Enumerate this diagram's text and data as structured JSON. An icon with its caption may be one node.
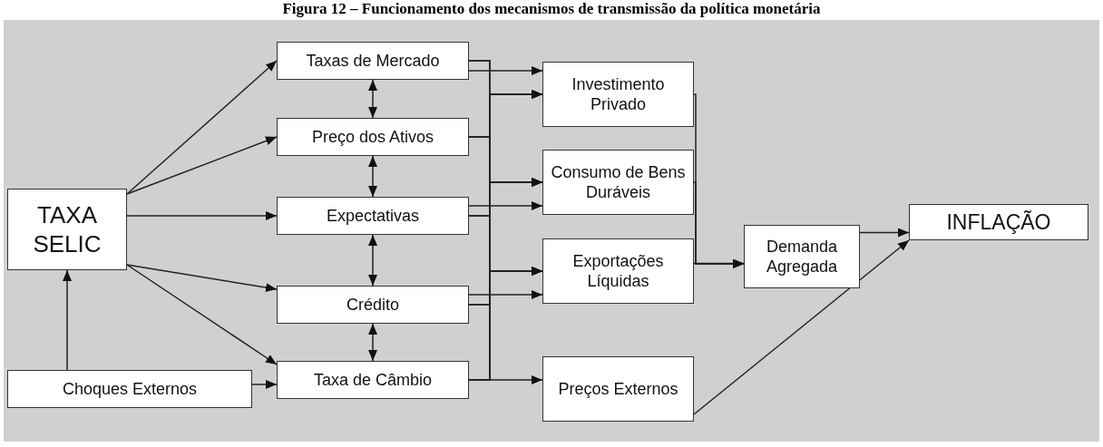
{
  "diagram": {
    "title": "Figura 12 – Funcionamento dos mecanismos de transmissão da política monetária",
    "nodes": [
      {
        "text": [
          "TAXA SELIC"
        ]
      },
      {
        "text": [
          "Choques Externos"
        ]
      },
      {
        "text": [
          "Taxas de Mercado"
        ]
      },
      {
        "text": [
          "Preço dos Ativos"
        ]
      },
      {
        "text": [
          "Expectativas"
        ]
      },
      {
        "text": [
          "Crédito"
        ]
      },
      {
        "text": [
          "Taxa de Câmbio"
        ]
      },
      {
        "text": [
          "Investimento Privado"
        ]
      },
      {
        "text": [
          "Consumo de Bens Duráveis"
        ]
      },
      {
        "text": [
          "Exportações Líquidas"
        ]
      },
      {
        "text": [
          "Preços Externos"
        ]
      },
      {
        "text": [
          "Demanda Agregada"
        ]
      },
      {
        "text": [
          "INFLAÇÃO"
        ]
      }
    ],
    "edges": [
      {
        "from": 1,
        "to": 0,
        "arrow": "to"
      },
      {
        "from": 1,
        "to": 6,
        "arrow": "to"
      },
      {
        "from": 0,
        "to": 2,
        "arrow": "to"
      },
      {
        "from": 0,
        "to": 3,
        "arrow": "to"
      },
      {
        "from": 0,
        "to": 4,
        "arrow": "to"
      },
      {
        "from": 0,
        "to": 5,
        "arrow": "to"
      },
      {
        "from": 0,
        "to": 6,
        "arrow": "to"
      },
      {
        "from": 2,
        "to": 3,
        "arrow": "both"
      },
      {
        "from": 3,
        "to": 4,
        "arrow": "both"
      },
      {
        "from": 4,
        "to": 5,
        "arrow": "both"
      },
      {
        "from": 5,
        "to": 6,
        "arrow": "both"
      },
      {
        "from": 2,
        "to": 7,
        "arrow": "to"
      },
      {
        "from": 2,
        "to": 8,
        "arrow": "to"
      },
      {
        "from": 2,
        "to": 9,
        "arrow": "to"
      },
      {
        "from": 3,
        "to": 7,
        "arrow": "to"
      },
      {
        "from": 3,
        "to": 8,
        "arrow": "to"
      },
      {
        "from": 3,
        "to": 9,
        "arrow": "to"
      },
      {
        "from": 4,
        "to": 7,
        "arrow": "to"
      },
      {
        "from": 4,
        "to": 8,
        "arrow": "to"
      },
      {
        "from": 4,
        "to": 9,
        "arrow": "to"
      },
      {
        "from": 5,
        "to": 7,
        "arrow": "to"
      },
      {
        "from": 5,
        "to": 8,
        "arrow": "to"
      },
      {
        "from": 5,
        "to": 9,
        "arrow": "to"
      },
      {
        "from": 6,
        "to": 7,
        "arrow": "to"
      },
      {
        "from": 6,
        "to": 8,
        "arrow": "to"
      },
      {
        "from": 6,
        "to": 9,
        "arrow": "to"
      },
      {
        "from": 6,
        "to": 10,
        "arrow": "to"
      },
      {
        "from": 7,
        "to": 11,
        "arrow": "to"
      },
      {
        "from": 8,
        "to": 11,
        "arrow": "to"
      },
      {
        "from": 9,
        "to": 11,
        "arrow": "to"
      },
      {
        "from": 11,
        "to": 12,
        "arrow": "to"
      },
      {
        "from": 10,
        "to": 12,
        "arrow": "to"
      }
    ]
  }
}
